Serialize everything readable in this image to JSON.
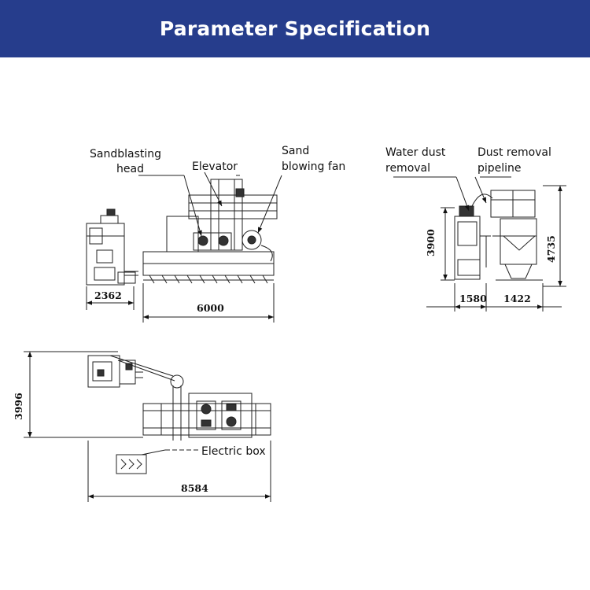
{
  "header": {
    "title": "Parameter Specification",
    "background": "#263d8c"
  },
  "labels": {
    "sandblasting_head_1": "Sandblasting",
    "sandblasting_head_2": "head",
    "elevator": "Elevator",
    "sand_blowing_fan_1": "Sand",
    "sand_blowing_fan_2": "blowing fan",
    "water_dust_removal_1": "Water dust",
    "water_dust_removal_2": "removal",
    "dust_removal_pipeline_1": "Dust removal",
    "dust_removal_pipeline_2": "pipeline",
    "electric_box": "Electric box"
  },
  "dimensions": {
    "front_side_width": "2362",
    "front_length": "6000",
    "side_height_left": "3900",
    "side_height_right": "4735",
    "side_width_left": "1580",
    "side_width_right": "1422",
    "plan_depth": "3996",
    "plan_length": "8584"
  }
}
